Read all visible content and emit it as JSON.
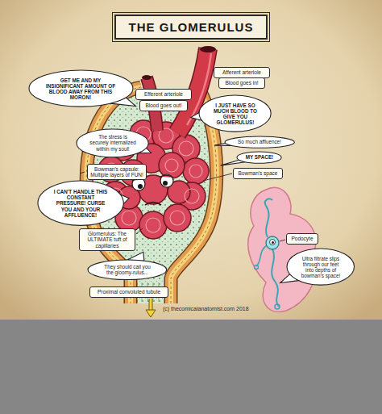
{
  "diagram": {
    "title": "THE GLOMERULUS",
    "nodes": [
      {
        "text": [
          "Afferent arteriole"
        ]
      },
      {
        "text": [
          "Blood goes in!"
        ]
      },
      {
        "text": [
          "GET ME AND MY INSIGNIFICANT AMOUNT OF BLOOD AWAY FROM THIS MORON!"
        ]
      },
      {
        "text": [
          "Efferent arteriole"
        ]
      },
      {
        "text": [
          "Blood goes out!"
        ]
      },
      {
        "text": [
          "I JUST HAVE SO MUCH BLOOD TO GIVE YOU GLOMERULUS!"
        ]
      },
      {
        "text": [
          "The stress is securely internalized within my soul!"
        ]
      },
      {
        "text": [
          "So much affluence!"
        ]
      },
      {
        "text": [
          "MY SPACE!"
        ]
      },
      {
        "text": [
          "Bowman's capsule: Multiple layers of FUN!"
        ]
      },
      {
        "text": [
          "Bowman's space"
        ]
      },
      {
        "text": [
          "I CAN'T HANDLE THIS CONSTANT PRESSURE! CURSE YOU AND YOUR AFFLUENCE!"
        ]
      },
      {
        "text": [
          "Glomerulus: The ULTIMATE tuft of capillaries"
        ]
      },
      {
        "text": [
          "Podocyte"
        ]
      },
      {
        "text": [
          "Ultra filtrate slips through our feet into depths of bowman's space!"
        ]
      },
      {
        "text": [
          "They should call you the gloomy-rulus..."
        ]
      },
      {
        "text": [
          "Proximal convoluted tubule"
        ]
      }
    ],
    "labels": [
      "(c) thecomicalanatomist.com 2018"
    ]
  }
}
